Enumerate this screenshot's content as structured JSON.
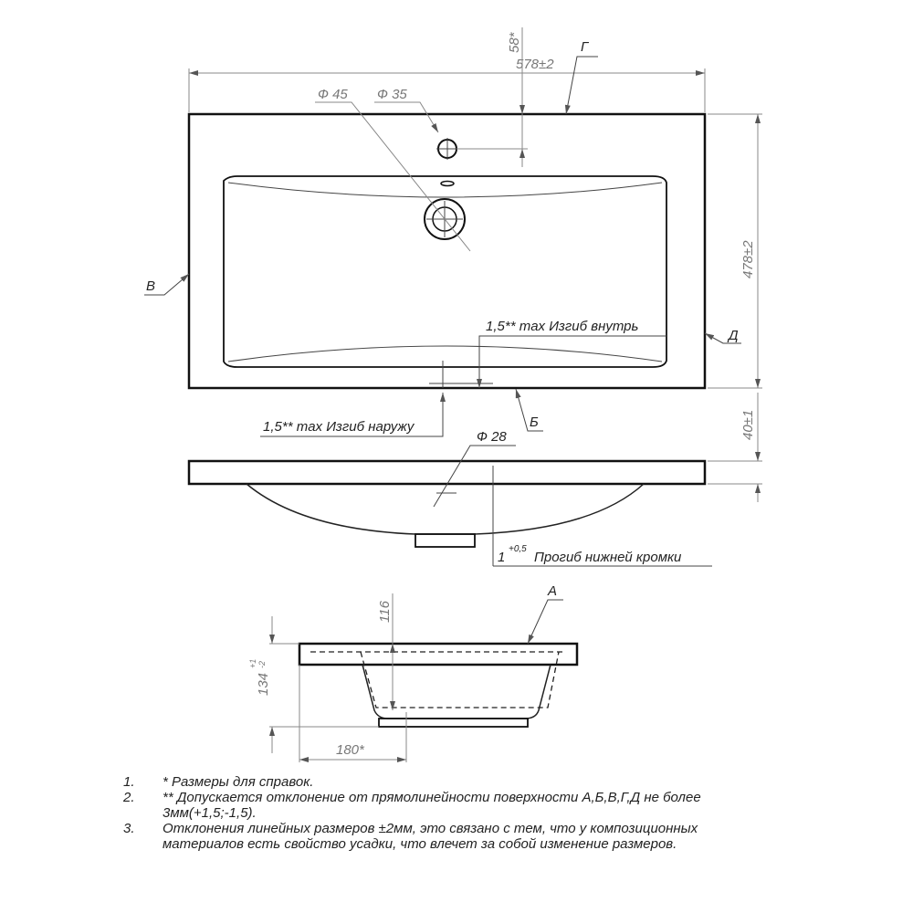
{
  "top_view": {
    "width_dim": "578±2",
    "depth_dim": "478±2",
    "offset_dim": "58*",
    "dia_45": "Ф 45",
    "dia_35": "Ф 35",
    "label_G": "Г",
    "label_V": "В",
    "label_D": "Д",
    "label_B": "Б",
    "bend_in": "1,5** max Изгиб внутрь",
    "bend_out": "1,5** max Изгиб наружу"
  },
  "side_view": {
    "height_dim": "40±1",
    "dia_28": "Ф 28",
    "sag_main": "1",
    "sag_tol": "+0,5",
    "sag_label": "Прогиб нижней кромки"
  },
  "section_view": {
    "label_A": "А",
    "depth_116": "116",
    "height_134": "134",
    "height_tol_upper": "+1",
    "height_tol_lower": "-2",
    "width_180": "180*"
  },
  "notes": [
    {
      "num": "1.",
      "text": "*  Размеры для справок."
    },
    {
      "num": "2.",
      "text": "**  Допускается отклонение от прямолинейности поверхности А,Б,В,Г,Д не более 3мм(+1,5;-1,5)."
    },
    {
      "num": "3.",
      "text": "Отклонения линейных размеров ±2мм, это связано с тем, что у композиционных материалов есть свойство усадки, что влечет за собой изменение размеров."
    }
  ]
}
